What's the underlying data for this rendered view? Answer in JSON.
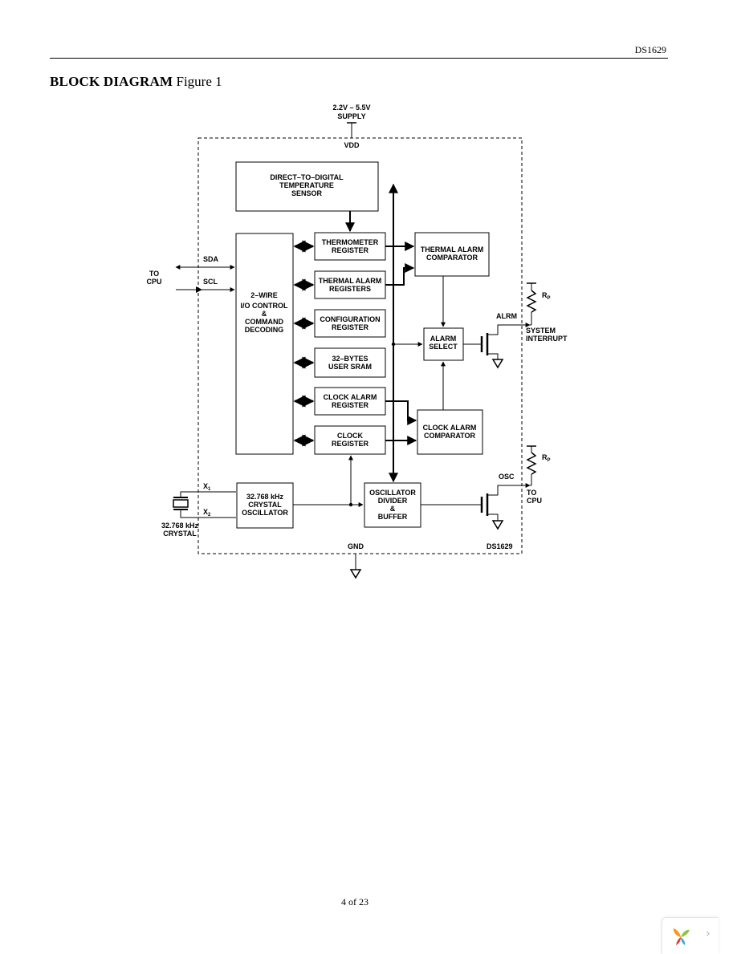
{
  "header": {
    "doc_id": "DS1629"
  },
  "figure": {
    "title_bold": "BLOCK DIAGRAM",
    "title_rest": "Figure 1"
  },
  "diagram": {
    "supply": [
      "2.2V – 5.5V",
      "SUPPLY"
    ],
    "vdd": "VDD",
    "gnd": "GND",
    "chip_name": "DS1629",
    "to_cpu_left": [
      "TO",
      "CPU"
    ],
    "sda": "SDA",
    "scl": "SCL",
    "x1": "X",
    "x1_sub": "1",
    "x2": "X",
    "x2_sub": "2",
    "crystal_label": [
      "32.768 kHz",
      "CRYSTAL"
    ],
    "blocks": {
      "sensor": [
        "DIRECT–TO–DIGITAL",
        "TEMPERATURE",
        "SENSOR"
      ],
      "io_control": [
        "2–WIRE",
        "I/O CONTROL",
        "&",
        "COMMAND",
        "DECODING"
      ],
      "thermometer_reg": [
        "THERMOMETER",
        "REGISTER"
      ],
      "thermal_alarm_regs": [
        "THERMAL ALARM",
        "REGISTERS"
      ],
      "config_reg": [
        "CONFIGURATION",
        "REGISTER"
      ],
      "user_sram": [
        "32–BYTES",
        "USER SRAM"
      ],
      "clock_alarm_reg": [
        "CLOCK ALARM",
        "REGISTER"
      ],
      "clock_reg": [
        "CLOCK",
        "REGISTER"
      ],
      "thermal_alarm_comp": [
        "THERMAL ALARM",
        "COMPARATOR"
      ],
      "alarm_select": [
        "ALARM",
        "SELECT"
      ],
      "clock_alarm_comp": [
        "CLOCK ALARM",
        "COMPARATOR"
      ],
      "crystal_osc": [
        "32.768 kHz",
        "CRYSTAL",
        "OSCILLATOR"
      ],
      "osc_divider": [
        "OSCILLATOR",
        "DIVIDER",
        "&",
        "BUFFER"
      ]
    },
    "alrm": "ALRM",
    "osc": "OSC",
    "rp": "R",
    "rp_sub": "P",
    "system_interrupt": [
      "SYSTEM",
      "INTERRUPT"
    ],
    "to_cpu_right": [
      "TO",
      "CPU"
    ]
  },
  "footer": {
    "page": "4 of 23"
  },
  "icons": [
    "viewer-logo-icon",
    "chevron-right-icon"
  ]
}
